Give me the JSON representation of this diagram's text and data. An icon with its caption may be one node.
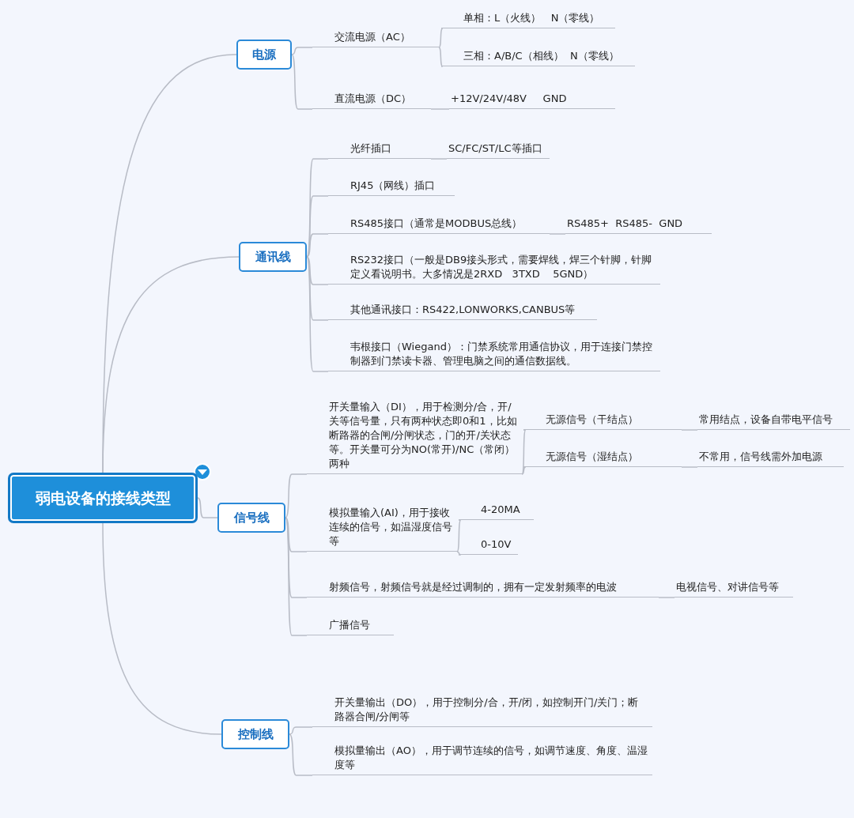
{
  "diagram": {
    "nodes": [
      {
        "text": [
          "弱电设备的接线类型"
        ]
      },
      {
        "text": [
          "电源"
        ]
      },
      {
        "text": [
          "交流电源（AC）"
        ]
      },
      {
        "text": [
          "单相：L（火线）   N（零线）"
        ]
      },
      {
        "text": [
          "三相：A/B/C（相线）  N（零线）"
        ]
      },
      {
        "text": [
          "直流电源（DC）"
        ]
      },
      {
        "text": [
          "+12V/24V/48V     GND"
        ]
      },
      {
        "text": [
          "通讯线"
        ]
      },
      {
        "text": [
          "光纤插口"
        ]
      },
      {
        "text": [
          "SC/FC/ST/LC等插口"
        ]
      },
      {
        "text": [
          "RJ45（网线）插口"
        ]
      },
      {
        "text": [
          "RS485接口（通常是MODBUS总线）"
        ]
      },
      {
        "text": [
          "RS485+  RS485-  GND"
        ]
      },
      {
        "text": [
          "RS232接口（一般是DB9接头形式，需要焊线，焊三个针脚，针脚定义看说明书。大多情况是2RXD   3TXD    5GND）"
        ]
      },
      {
        "text": [
          "其他通讯接口：RS422,LONWORKS,CANBUS等"
        ]
      },
      {
        "text": [
          "韦根接口（Wiegand）：门禁系统常用通信协议，用于连接门禁控制器到门禁读卡器、管理电脑之间的通信数据线。"
        ]
      },
      {
        "text": [
          "信号线"
        ]
      },
      {
        "text": [
          "开关量输入（DI），用于检测分/合，开/关等信号量，只有两种状态即0和1，比如断路器的合闸/分闸状态，门的开/关状态等。开关量可分为NO(常开)/NC（常闭）两种"
        ]
      },
      {
        "text": [
          "无源信号（干结点）"
        ]
      },
      {
        "text": [
          "常用结点，设备自带电平信号"
        ]
      },
      {
        "text": [
          "无源信号（湿结点）"
        ]
      },
      {
        "text": [
          "不常用，信号线需外加电源"
        ]
      },
      {
        "text": [
          "模拟量输入(AI)，用于接收连续的信号，如温湿度信号等"
        ]
      },
      {
        "text": [
          "4-20MA"
        ]
      },
      {
        "text": [
          "0-10V"
        ]
      },
      {
        "text": [
          "射频信号，射频信号就是经过调制的，拥有一定发射频率的电波"
        ]
      },
      {
        "text": [
          "电视信号、对讲信号等"
        ]
      },
      {
        "text": [
          "广播信号"
        ]
      },
      {
        "text": [
          "控制线"
        ]
      },
      {
        "text": [
          "开关量输出（DO），用于控制分/合，开/闭，如控制开门/关门；断路器合闸/分闸等"
        ]
      },
      {
        "text": [
          "模拟量输出（AO），用于调节连续的信号，如调节速度、角度、温湿度等"
        ]
      }
    ],
    "edges": [
      {
        "from": 0,
        "to": 1,
        "arrow": "none"
      },
      {
        "from": 0,
        "to": 7,
        "arrow": "none"
      },
      {
        "from": 0,
        "to": 16,
        "arrow": "none"
      },
      {
        "from": 0,
        "to": 28,
        "arrow": "none"
      },
      {
        "from": 1,
        "to": 2,
        "arrow": "none"
      },
      {
        "from": 1,
        "to": 5,
        "arrow": "none"
      },
      {
        "from": 2,
        "to": 3,
        "arrow": "none"
      },
      {
        "from": 2,
        "to": 4,
        "arrow": "none"
      },
      {
        "from": 5,
        "to": 6,
        "arrow": "none"
      },
      {
        "from": 7,
        "to": 8,
        "arrow": "none"
      },
      {
        "from": 7,
        "to": 10,
        "arrow": "none"
      },
      {
        "from": 7,
        "to": 11,
        "arrow": "none"
      },
      {
        "from": 7,
        "to": 13,
        "arrow": "none"
      },
      {
        "from": 7,
        "to": 14,
        "arrow": "none"
      },
      {
        "from": 7,
        "to": 15,
        "arrow": "none"
      },
      {
        "from": 8,
        "to": 9,
        "arrow": "none"
      },
      {
        "from": 11,
        "to": 12,
        "arrow": "none"
      },
      {
        "from": 16,
        "to": 17,
        "arrow": "none"
      },
      {
        "from": 16,
        "to": 22,
        "arrow": "none"
      },
      {
        "from": 16,
        "to": 25,
        "arrow": "none"
      },
      {
        "from": 16,
        "to": 27,
        "arrow": "none"
      },
      {
        "from": 17,
        "to": 18,
        "arrow": "none"
      },
      {
        "from": 17,
        "to": 20,
        "arrow": "none"
      },
      {
        "from": 18,
        "to": 19,
        "arrow": "none"
      },
      {
        "from": 20,
        "to": 21,
        "arrow": "none"
      },
      {
        "from": 22,
        "to": 23,
        "arrow": "none"
      },
      {
        "from": 22,
        "to": 24,
        "arrow": "none"
      },
      {
        "from": 25,
        "to": 26,
        "arrow": "none"
      },
      {
        "from": 28,
        "to": 29,
        "arrow": "none"
      },
      {
        "from": 28,
        "to": 30,
        "arrow": "none"
      }
    ]
  }
}
